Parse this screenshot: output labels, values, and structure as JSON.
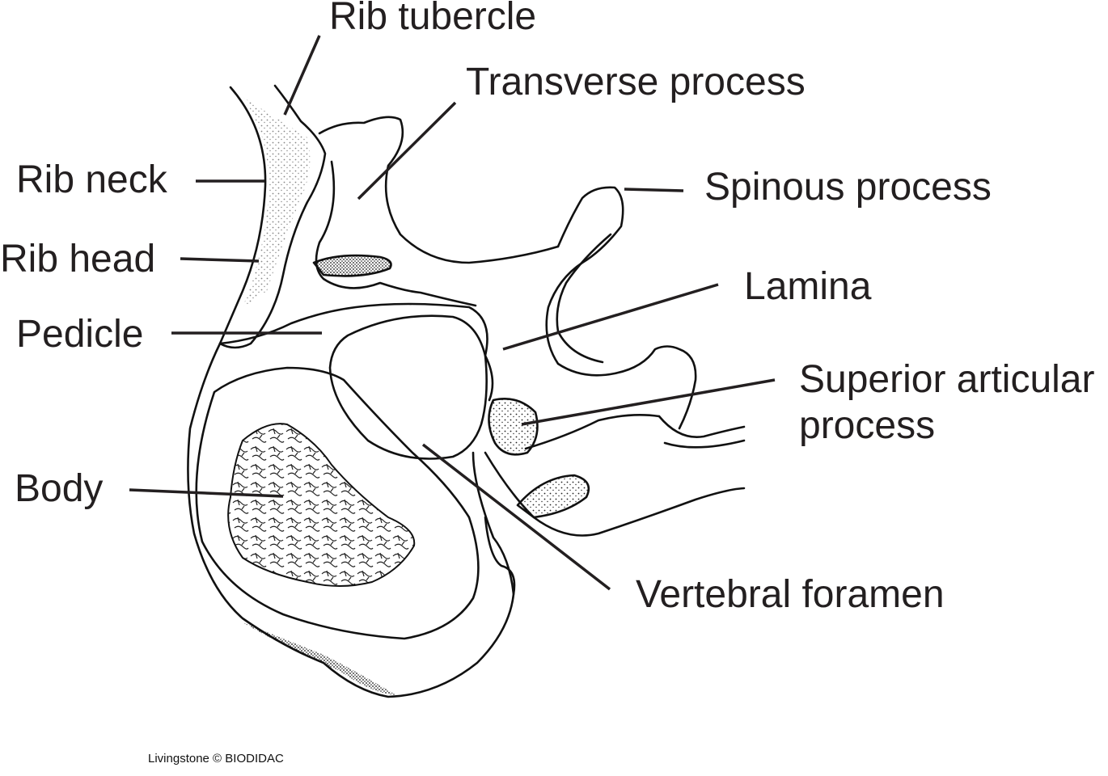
{
  "labels": {
    "rib_tubercle": "Rib tubercle",
    "transverse_process": "Transverse process",
    "rib_neck": "Rib neck",
    "spinous_process": "Spinous process",
    "rib_head": "Rib head",
    "lamina": "Lamina",
    "pedicle": "Pedicle",
    "superior_articular_line1": "Superior articular",
    "superior_articular_line2": "process",
    "body": "Body",
    "vertebral_foramen": "Vertebral foramen"
  },
  "credit": "Livingstone © BIODIDAC"
}
